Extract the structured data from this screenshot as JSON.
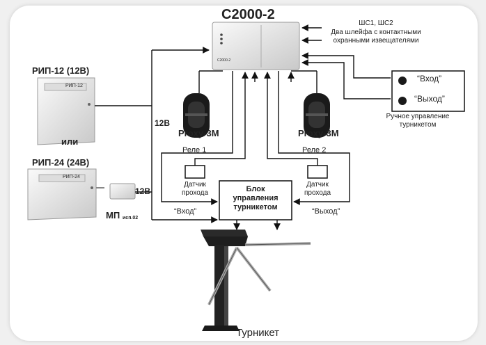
{
  "controller": {
    "title": "С2000-2",
    "device_label": "С2000-2"
  },
  "loops": {
    "line1": "ШС1, ШС2",
    "line2": "Два шлейфа с контактными",
    "line3": "охранными извещателями"
  },
  "psu1": {
    "title": "РИП-12 (12В)",
    "panel_text": "РИП-12"
  },
  "or_text": "или",
  "psu2": {
    "title": "РИП-24 (24В)",
    "panel_text": "РИП-24"
  },
  "mp": {
    "title": "МП",
    "subtitle": "исп.02"
  },
  "voltage_12v_top": "12В",
  "voltage_12v_bottom": "12В",
  "reader_left": "Proxy-3M",
  "reader_right": "Proxy-3M",
  "relay1": "Реле 1",
  "relay2": "Реле 2",
  "manual": {
    "enter_label": "“Вход”",
    "exit_label": "“Выход”",
    "caption_line1": "Ручное управление",
    "caption_line2": "турникетом"
  },
  "sensor_left": {
    "line1": "Датчик",
    "line2": "прохода"
  },
  "sensor_right": {
    "line1": "Датчик",
    "line2": "прохода"
  },
  "control_block": {
    "line1": "Блок",
    "line2": "управления",
    "line3": "турникетом"
  },
  "enter_signal": "“Вход”",
  "exit_signal": "“Выход”",
  "turnstile": "Турникет"
}
